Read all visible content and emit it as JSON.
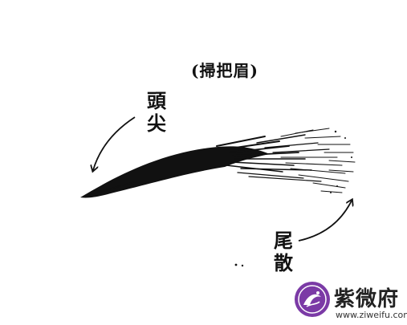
{
  "diagram": {
    "title": "(掃把眉)",
    "head_label": [
      "頭",
      "尖"
    ],
    "tail_label": [
      "尾",
      "散"
    ]
  },
  "watermark": {
    "name": "紫微府",
    "url": "www.ziweifu.com",
    "logo_color": "#7b3aa6"
  },
  "colors": {
    "ink": "#111111",
    "background": "#ffffff"
  }
}
